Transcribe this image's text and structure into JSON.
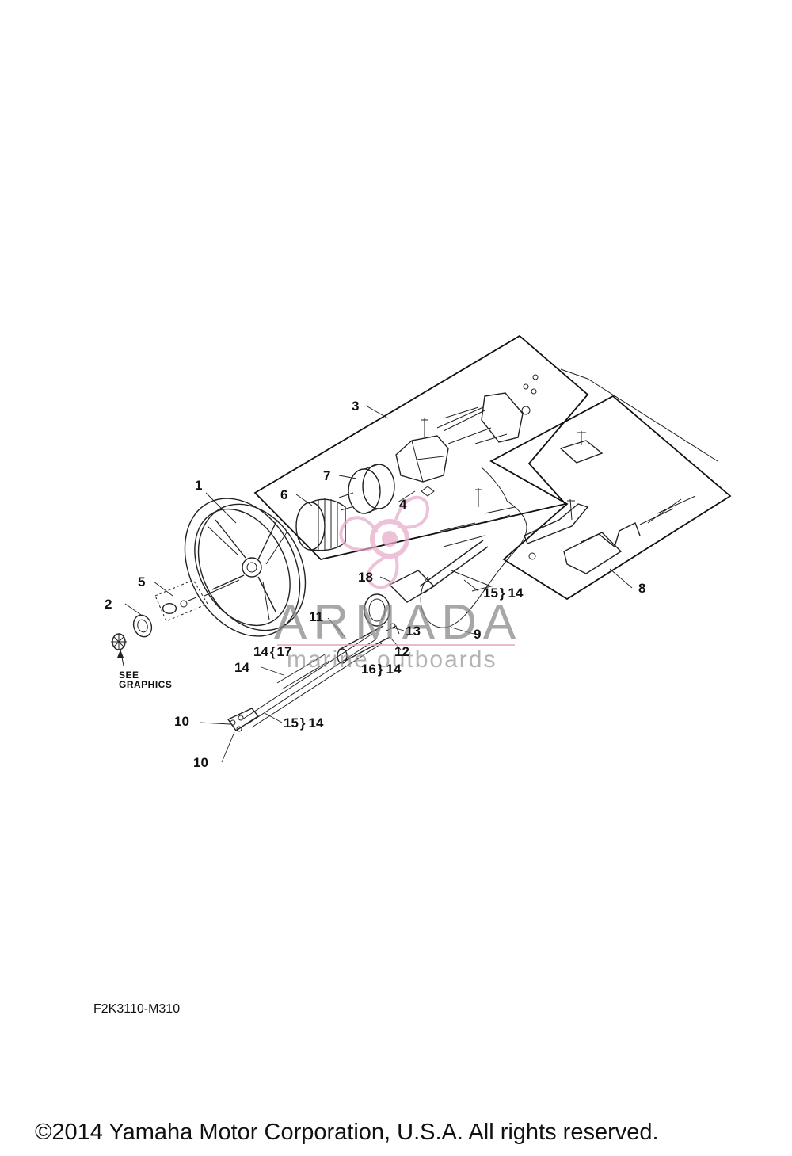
{
  "callouts": {
    "c1": "1",
    "c2": "2",
    "c3": "3",
    "c4": "4",
    "c5": "5",
    "c6": "6",
    "c7": "7",
    "c8": "8",
    "c9": "9",
    "c10a": "10",
    "c10b": "10",
    "c11": "11",
    "c12": "12",
    "c13": "13",
    "c14a": "14",
    "c14b": "14",
    "c14c": "14",
    "c14d": "14",
    "c14e": "14",
    "c15a": "15",
    "c15b": "15",
    "c16": "16",
    "c17": "17",
    "c18": "18"
  },
  "note": {
    "line1": "SEE",
    "line2": "GRAPHICS"
  },
  "watermark": {
    "brand": "ARMADA",
    "tagline": "marine outboards"
  },
  "diagram_code": "F2K3110-M310",
  "copyright": "©2014 Yamaha Motor Corporation, U.S.A. All rights reserved."
}
